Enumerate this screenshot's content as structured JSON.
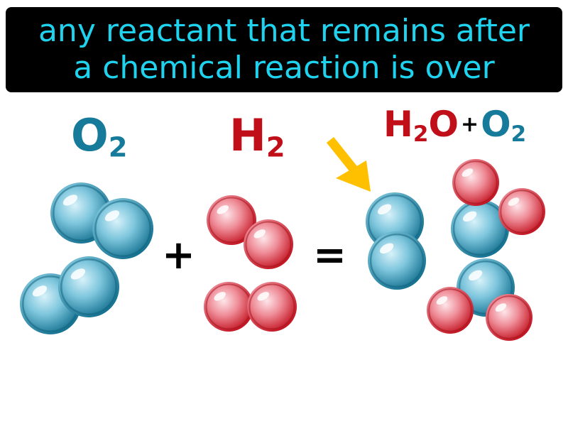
{
  "definition": {
    "line1": "any reactant that remains after",
    "line2": "a chemical reaction is over"
  },
  "equation": {
    "reactant1": {
      "symbol": "O",
      "subscript": "2"
    },
    "plus": "+",
    "reactant2": {
      "symbol": "H",
      "subscript": "2"
    },
    "equals": "=",
    "product": {
      "symbol": "H",
      "subscript": "2",
      "symbol2": "O"
    },
    "product_plus": "+",
    "excess": {
      "symbol": "O",
      "subscript": "2"
    }
  },
  "colors": {
    "banner_bg": "#000000",
    "banner_text": "#1fd3ef",
    "oxygen": "#167a9a",
    "hydrogen": "#c00f18",
    "arrow": "#ffc000"
  },
  "icons": {
    "arrow": "yellow-pointer-arrow",
    "oxygen_atom": "blue-sphere",
    "hydrogen_atom": "red-sphere"
  }
}
